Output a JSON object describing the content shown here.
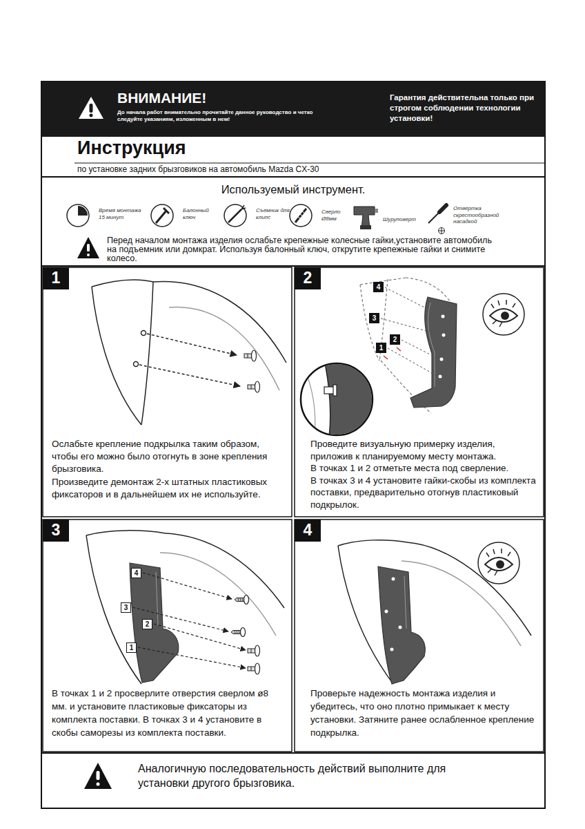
{
  "diagram": {
    "nodes": [
      {
        "text": [
          "ВНИМАНИЕ!",
          "До начала работ внимательно прочитайте данное руководство и четко следуйте указаниям, изложенным в нем!",
          "Гарантия действительна только при строгом соблюдении технологии установки!"
        ]
      },
      {
        "text": [
          "Инструкция",
          "по установке задних брызговиков на автомобиль Mazda CX-30"
        ]
      },
      {
        "text": [
          "Используемый инструмент.",
          "Перед началом монтажа изделия ослабьте крепежные колесные гайки,установите автомобиль на подъемник или домкрат. Используя балонный ключ, открутите крепежные гайки и снимите колесо."
        ]
      },
      {
        "text": [
          "Ослабьте крепление подкрылка таким образом, чтобы его можно было отогнуть в зоне крепления брызговика.",
          "Произведите демонтаж 2-х штатных пластиковых фиксаторов и в дальнейшем их не используйте."
        ]
      },
      {
        "text": [
          "1"
        ],
        "in": 3
      },
      {
        "text": [
          "Проведите визуальную примерку изделия, приложив к планируемому месту монтажа.",
          "В точках 1 и 2 отметьте места под сверление.",
          "В точках 3 и 4 установите гайки-скобы из комплекта поставки, предварительно отогнув пластиковый подкрылок."
        ]
      },
      {
        "text": [
          "2"
        ],
        "in": 5
      },
      {
        "text": [
          "4"
        ],
        "in": 5
      },
      {
        "text": [
          "3"
        ],
        "in": 5
      },
      {
        "text": [
          "2"
        ],
        "in": 5
      },
      {
        "text": [
          "1"
        ],
        "in": 5
      },
      {
        "text": [
          "В точках 1 и 2 просверлите отверстия сверлом ø8 мм. и установите пластиковые фиксаторы из комплекта поставки. В точках 3 и 4 установите в скобы саморезы из комплекта поставки."
        ]
      },
      {
        "text": [
          "3"
        ],
        "in": 11
      },
      {
        "text": [
          "4"
        ],
        "in": 11
      },
      {
        "text": [
          "3"
        ],
        "in": 11
      },
      {
        "text": [
          "2"
        ],
        "in": 11
      },
      {
        "text": [
          "1"
        ],
        "in": 11
      },
      {
        "text": [
          "Проверьте надежность монтажа изделия и убедитесь, что оно плотно примыкает к месту установки. Затяните ранее ослабленное крепление подкрылка."
        ]
      },
      {
        "text": [
          "4"
        ],
        "in": 17
      },
      {
        "text": [
          "Аналогичную последовательность действий выполните для установки другого брызговика."
        ]
      }
    ],
    "labels": [
      "Время монтажа 15 минут",
      "Балонный ключ",
      "Съемник для клипс",
      "Сверло Ø8мм",
      "Шуруповерт",
      "Отвертка скрестообразной насадкой"
    ]
  }
}
